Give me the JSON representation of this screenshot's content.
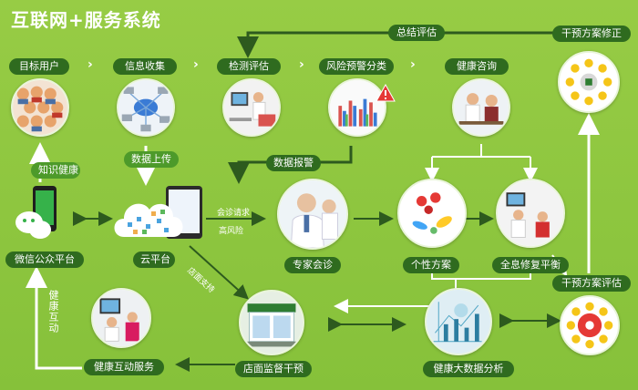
{
  "title": "互联网+服务系统",
  "nodes": {
    "target_users": "目标用户",
    "info_collect": "信息收集",
    "detect_eval": "检测评估",
    "risk_grade": "风险预警分类",
    "health_consult": "健康咨询",
    "intervene_fix": "干预方案修正",
    "wechat": "微信公众平台",
    "cloud": "云平台",
    "expert": "专家会诊",
    "personal_plan": "个性方案",
    "balance": "全息修复平衡",
    "intervene_eval": "干预方案评估",
    "interact_service": "健康互动服务",
    "store_monitor": "店面监督干预",
    "bigdata": "健康大数据分析"
  },
  "tags": {
    "summary_eval": "总结评估",
    "data_report": "数据报警",
    "data_upload": "数据上传",
    "knowledge": "知识健康"
  },
  "annotations": {
    "consult_request": "会诊请求",
    "high_risk": "高风险",
    "store_support": "店面支持",
    "health_interact": "健康互动"
  },
  "colors": {
    "background": "#8dc63f",
    "pill": "#2f6b1f",
    "arrow_dark": "#2d5a1e",
    "arrow_light": "#ffffff"
  }
}
